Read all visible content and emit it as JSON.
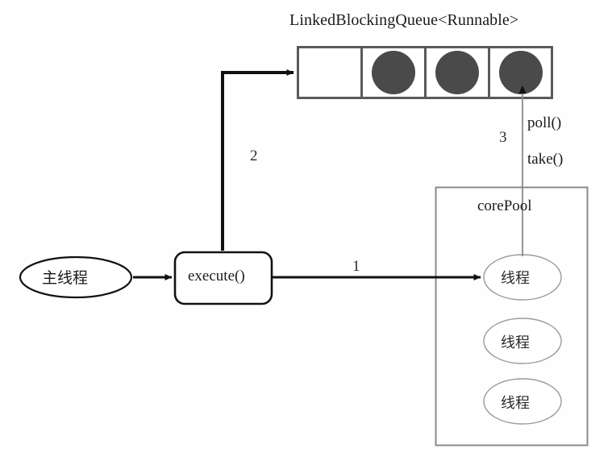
{
  "diagram": {
    "title": "LinkedBlockingQueue<Runnable>",
    "background_color": "#fefefe",
    "queue": {
      "title": "LinkedBlockingQueue<Runnable>",
      "border_color": "#5a5a5a",
      "task_fill_color": "#4a4a4a",
      "cells": [
        {
          "name": "queue-cell-0",
          "filled": false
        },
        {
          "name": "queue-cell-1",
          "filled": true
        },
        {
          "name": "queue-cell-2",
          "filled": true
        },
        {
          "name": "queue-cell-3",
          "filled": true
        }
      ]
    },
    "main_thread": {
      "label": "主线程",
      "shape": "ellipse",
      "border_color": "#111111"
    },
    "execute_box": {
      "label": "execute()",
      "shape": "rounded-rect",
      "border_color": "#111111"
    },
    "core_pool": {
      "label": "corePool",
      "border_color": "#8a8a8a",
      "threads": [
        {
          "label": "线程"
        },
        {
          "label": "线程"
        },
        {
          "label": "线程"
        }
      ]
    },
    "steps": [
      {
        "id": "1",
        "label": "1",
        "from": "execute()",
        "to": "线程",
        "style": "thick-black"
      },
      {
        "id": "2",
        "label": "2",
        "from": "execute()",
        "to": "LinkedBlockingQueue<Runnable>",
        "style": "thick-black"
      },
      {
        "id": "3",
        "label": "3",
        "from": "线程",
        "to": "LinkedBlockingQueue<Runnable>",
        "style": "thin-gray"
      }
    ],
    "queue_methods": {
      "poll": "poll()",
      "take": "take()"
    }
  }
}
